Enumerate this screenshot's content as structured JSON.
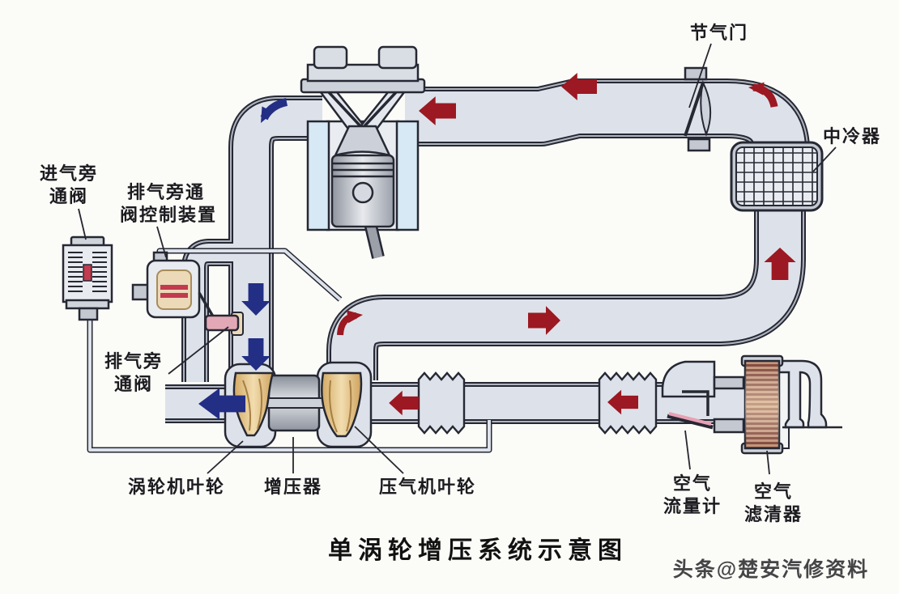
{
  "diagram_title": "单涡轮增压系统示意图",
  "watermark": "头条@楚安汽修资料",
  "labels": {
    "throttle": "节气门",
    "intercooler": "中冷器",
    "intake_bypass_valve": [
      "进气旁",
      "通阀"
    ],
    "exhaust_bypass_valve_control": [
      "排气旁通",
      "阀控制装置"
    ],
    "exhaust_bypass_valve": [
      "排气旁",
      "通阀"
    ],
    "turbine_wheel": "涡轮机叶轮",
    "turbocharger": "增压器",
    "compressor_wheel": "压气机叶轮",
    "air_flow_meter": [
      "空气",
      "流量计"
    ],
    "air_filter": [
      "空气",
      "滤清器"
    ]
  },
  "colors": {
    "page_bg": "#fbfbf8",
    "outline": "#262833",
    "casing": "#aeb4bf",
    "pipe_fill": "#dde2ea",
    "jacket": "#d6e9f4",
    "intake_arrow": "#9c1822",
    "exhaust_arrow": "#232e85",
    "wheel_gold": "#e2bd7f",
    "filter_brown": "#8a4a3a",
    "valve_red": "#c23b4e",
    "actuator_tan": "#ecd9b8"
  }
}
